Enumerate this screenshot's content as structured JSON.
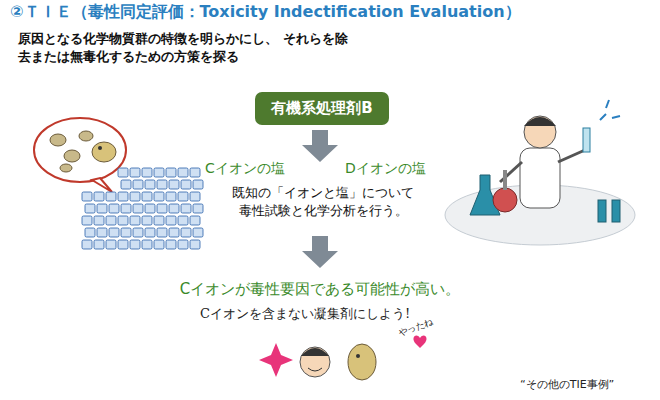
{
  "diagram": {
    "title": "②ＴＩＥ（毒性同定評価：Toxicity Indectification Evaluation）",
    "nodes": [
      {
        "text": [
          "有機系処理剤B"
        ]
      }
    ],
    "labels": [
      "原因となる化学物質群の特徴を明らかにし、 それらを除去または無毒化するための方策を探る",
      "Cイオンの塩",
      "Dイオンの塩",
      "既知の「イオンと塩」について 毒性試験と化学分析を行う。",
      "Cイオンが毒性要因である可能性が高い。",
      "Cイオンを含まない凝集剤にしよう!",
      "やったね",
      "“その他のTIE事例”"
    ]
  }
}
